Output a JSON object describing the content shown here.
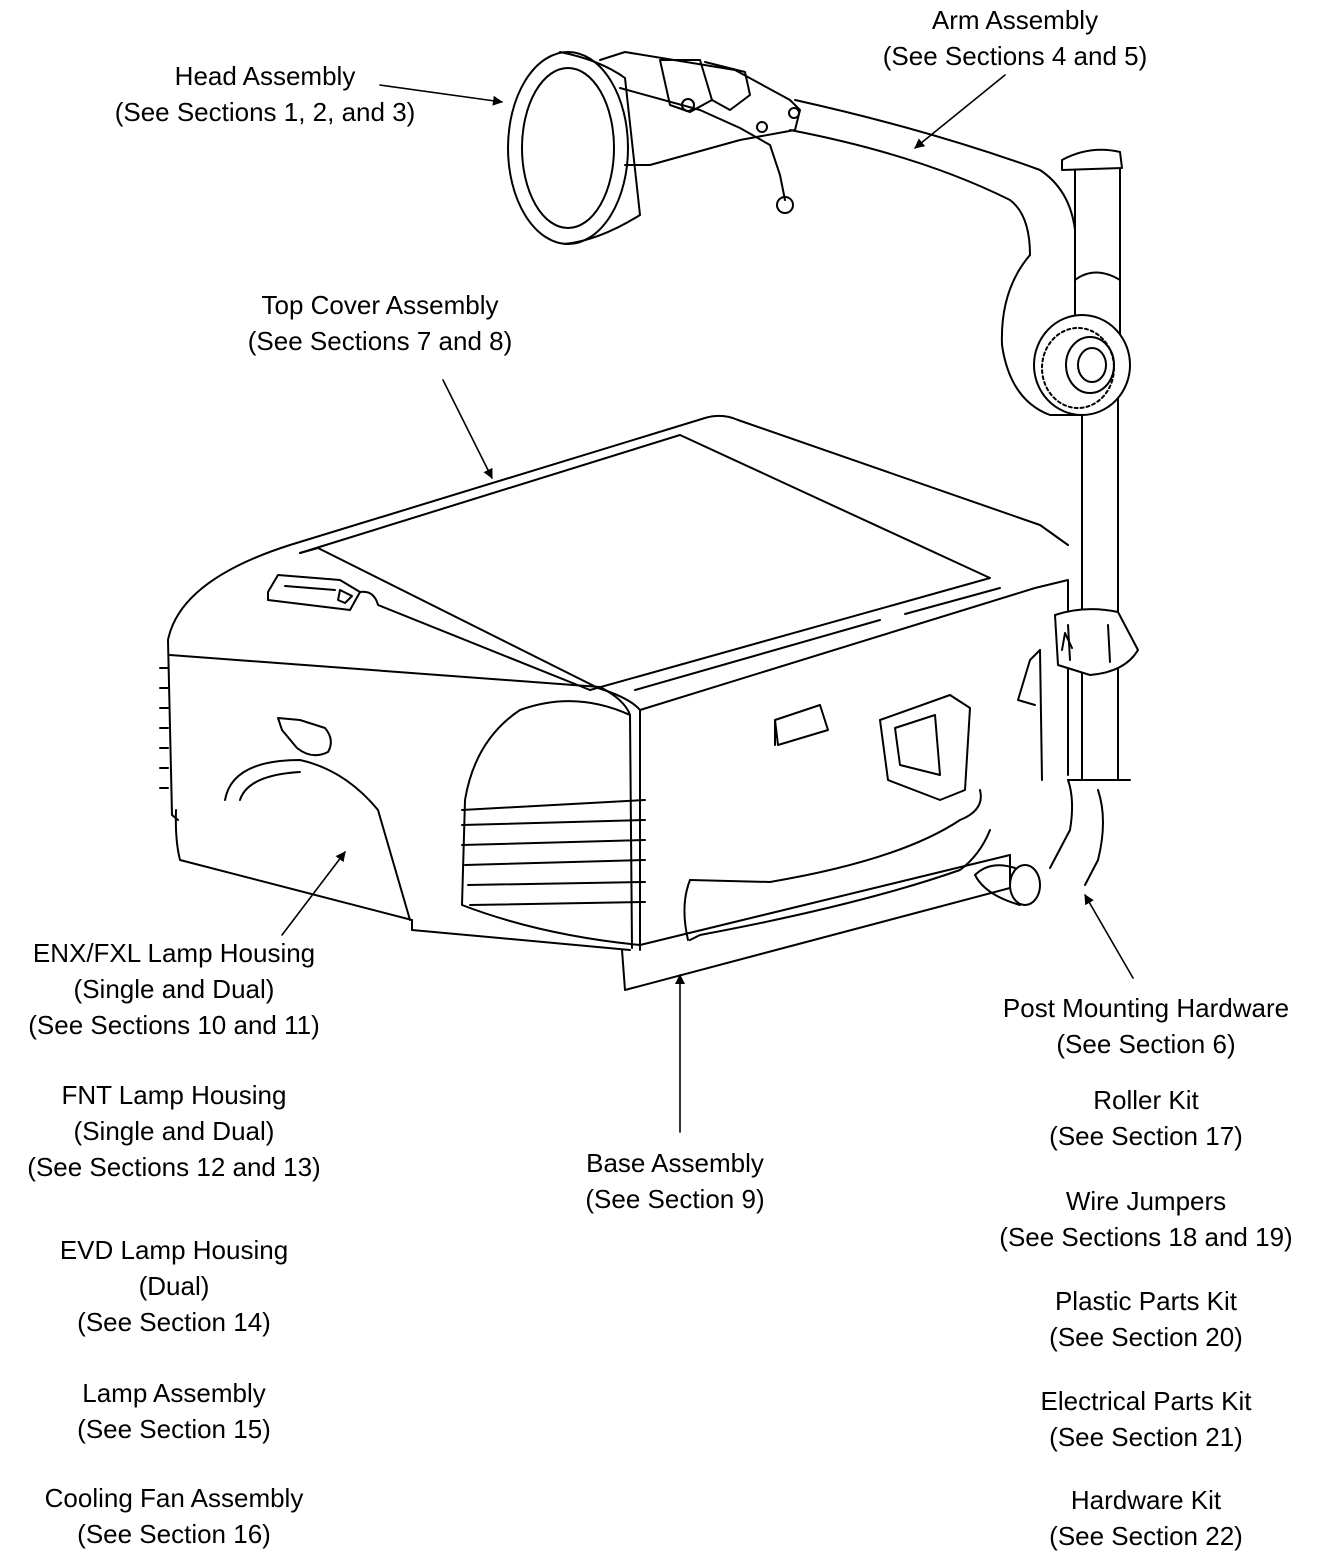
{
  "callouts": {
    "head": {
      "name": "Head Assembly",
      "ref": "(See Sections 1, 2, and 3)"
    },
    "arm": {
      "name": "Arm Assembly",
      "ref": "(See Sections 4 and 5)"
    },
    "top_cover": {
      "name": "Top Cover Assembly",
      "ref": "(See Sections 7 and 8)"
    },
    "enx_fxl": {
      "name": "ENX/FXL Lamp Housing",
      "variant": "(Single and Dual)",
      "ref": "(See Sections 10 and 11)"
    },
    "fnt": {
      "name": "FNT Lamp Housing",
      "variant": "(Single and Dual)",
      "ref": "(See Sections 12 and 13)"
    },
    "evd": {
      "name": "EVD Lamp Housing",
      "variant": "(Dual)",
      "ref": "(See Section 14)"
    },
    "lamp": {
      "name": "Lamp Assembly",
      "ref": "(See Section 15)"
    },
    "fan": {
      "name": "Cooling Fan Assembly",
      "ref": "(See Section 16)"
    },
    "base": {
      "name": "Base Assembly",
      "ref": "(See Section 9)"
    },
    "post": {
      "name": "Post Mounting Hardware",
      "ref": "(See Section 6)"
    },
    "roller": {
      "name": "Roller Kit",
      "ref": "(See Section 17)"
    },
    "jumpers": {
      "name": "Wire Jumpers",
      "ref": "(See Sections 18 and 19)"
    },
    "plastic": {
      "name": "Plastic Parts Kit",
      "ref": "(See Section 20)"
    },
    "electrical": {
      "name": "Electrical Parts Kit",
      "ref": "(See Section 21)"
    },
    "hardware": {
      "name": "Hardware Kit",
      "ref": "(See Section 22)"
    }
  }
}
